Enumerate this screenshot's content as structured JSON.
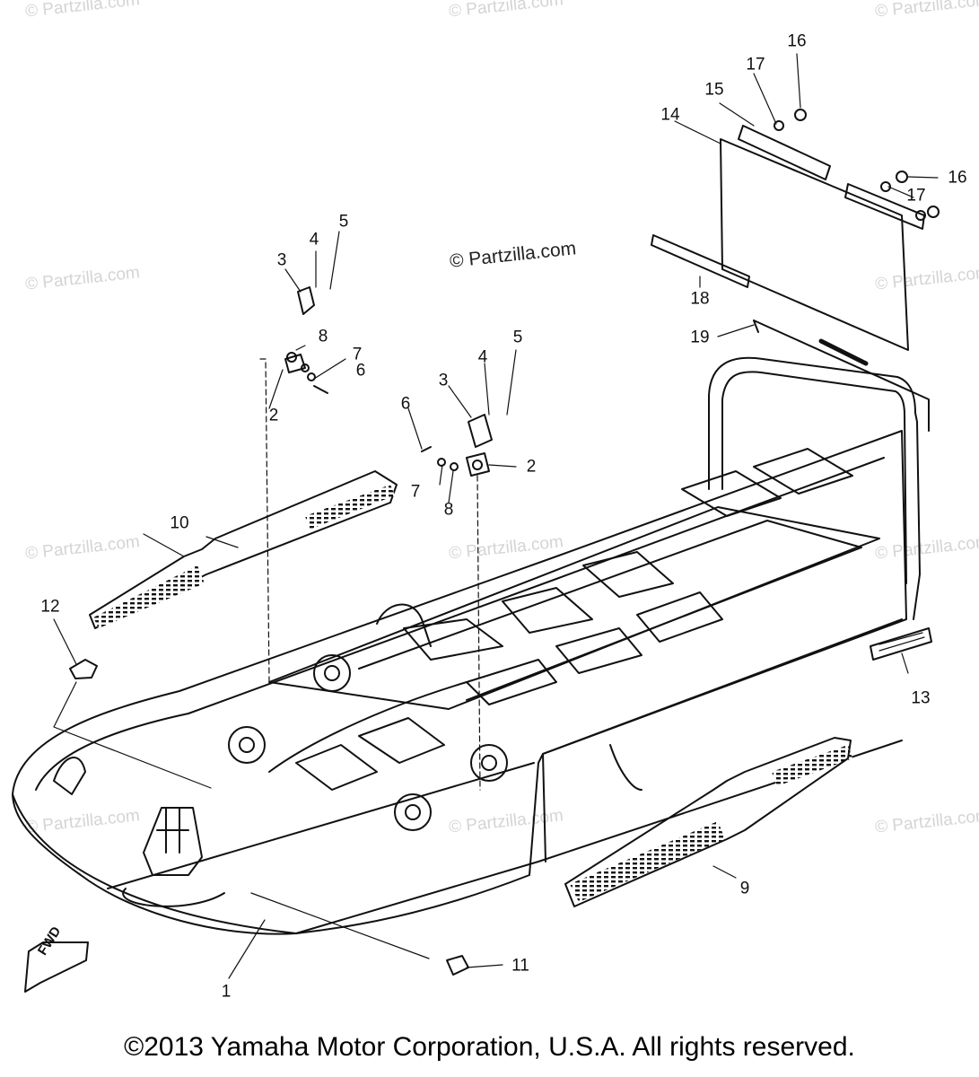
{
  "watermark": "© Partzilla.com",
  "center_watermark": "© Partzilla.com",
  "fwd_label": "FWD",
  "copyright": "©2013  Yamaha Motor Corporation, U.S.A. All rights reserved.",
  "callouts": [
    "1",
    "2",
    "2",
    "3",
    "3",
    "4",
    "4",
    "5",
    "5",
    "6",
    "6",
    "7",
    "7",
    "8",
    "8",
    "9",
    "10",
    "11",
    "12",
    "13",
    "14",
    "15",
    "16",
    "16",
    "17",
    "17",
    "18",
    "19"
  ]
}
